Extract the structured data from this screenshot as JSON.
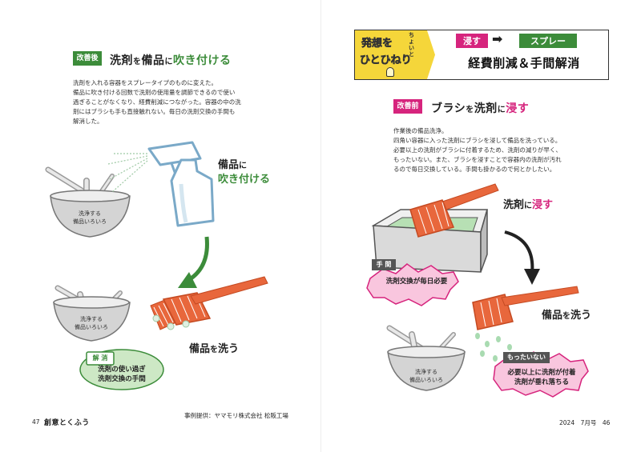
{
  "left_page": {
    "badge": "改善後",
    "heading": {
      "p1": "洗剤",
      "p2": "を",
      "p3": "備品",
      "p4": "に",
      "p5": "吹き付ける"
    },
    "body": [
      "洗剤を入れる容器をスプレータイプのものに変えた。",
      "備品に吹き付ける回数で洗剤の使用量を調節できるので使い",
      "過ぎることがなくなり、経費削減につながった。容器の中の洗",
      "剤にはブラシも手も直接触れない。毎日の洗剤交換の手間も",
      "解消した。"
    ],
    "label_spray": {
      "l1a": "備品",
      "l1b": "に",
      "l2": "吹き付ける"
    },
    "bowl_top": {
      "l1": "洗浄する",
      "l2": "備品いろいろ"
    },
    "bowl_bottom": {
      "l1": "洗浄する",
      "l2": "備品いろいろ"
    },
    "label_wash": {
      "a": "備品",
      "b": "を",
      "c": "洗う"
    },
    "resolved": {
      "tag": "解 消",
      "l1": "洗剤の使い過ぎ",
      "l2": "洗剤交換の手間"
    },
    "credit": "事例提供：ヤマモリ株式会社 松阪工場",
    "page_number": "47",
    "magazine_logo": "創意とくふう"
  },
  "right_page": {
    "banner": {
      "logo_l1": "発想を",
      "logo_l2": "ひとひねり",
      "logo_small": "ちょいと",
      "tag_from": "浸す",
      "tag_to": "スプレー",
      "title": "経費削減＆手間解消"
    },
    "badge": "改善前",
    "heading": {
      "p1": "ブラシ",
      "p2": "を",
      "p3": "洗剤",
      "p4": "に",
      "p5": "浸す"
    },
    "body": [
      "作業後の備品洗浄。",
      "四角い容器に入った洗剤にブラシを浸して備品を洗っている。",
      "必要以上の洗剤がブラシに付着するため、洗剤の減りが早く、",
      "もったいない。また、ブラシを浸すことで容器内の洗剤が汚れ",
      "るので毎日交換している。手間も掛かるので何とかしたい。"
    ],
    "label_soak": {
      "a": "洗剤",
      "b": "に",
      "c": "浸す"
    },
    "trouble": {
      "tag": "手 間",
      "text": "洗剤交換が毎日必要"
    },
    "label_wash": {
      "a": "備品",
      "b": "を",
      "c": "洗う"
    },
    "bowl": {
      "l1": "洗浄する",
      "l2": "備品いろいろ"
    },
    "waste": {
      "tag": "もったいない",
      "l1": "必要以上に洗剤が付着",
      "l2": "洗剤が垂れ落ちる"
    },
    "page_footer": "2024　7月号　46"
  },
  "colors": {
    "green": "#3c8c3a",
    "pink": "#d6247d",
    "brush": "#e8673c",
    "spray_blue": "#7aa9c8"
  }
}
